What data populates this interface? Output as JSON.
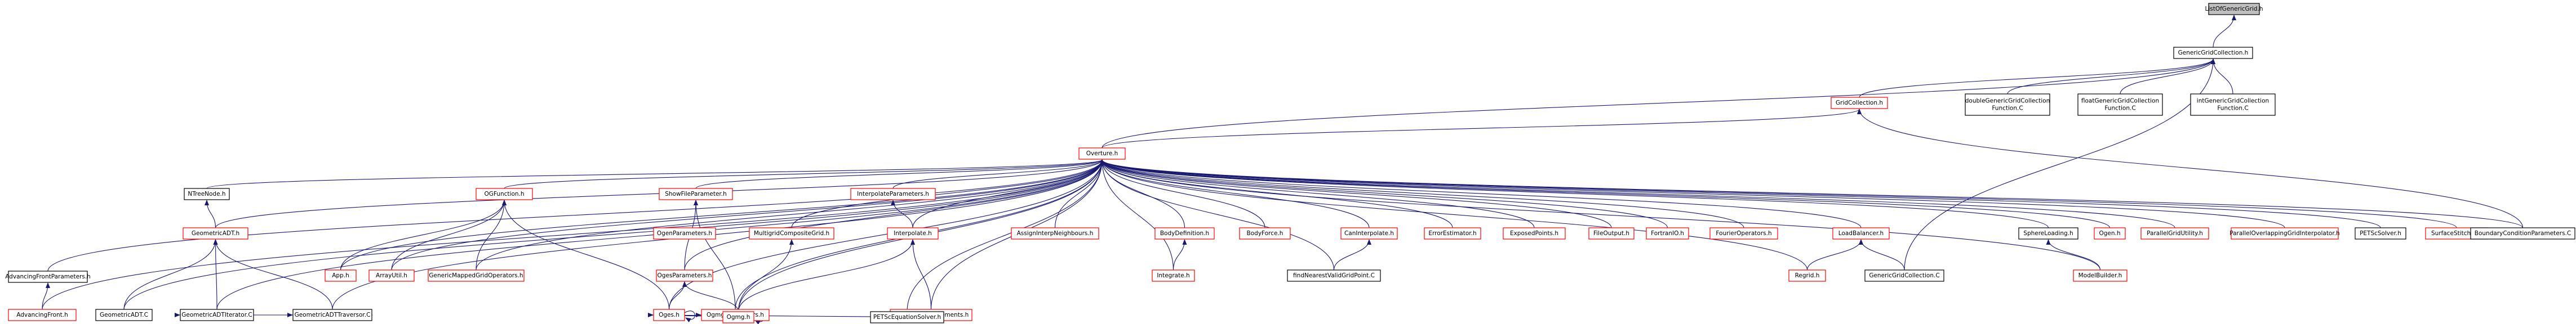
{
  "colors": {
    "edge": "#191970",
    "border_default": "#000000",
    "border_red": "#ff0000",
    "fill_root": "#bfbfbf",
    "fill_default": "#ffffff"
  },
  "nodes": [
    {
      "id": "root",
      "label": [
        "ListOfGenericGrid.h"
      ],
      "style": "root"
    },
    {
      "id": "ggc_h",
      "label": [
        "GenericGridCollection.h"
      ],
      "style": "black"
    },
    {
      "id": "gridcoll_h",
      "label": [
        "GridCollection.h"
      ],
      "style": "red"
    },
    {
      "id": "dggc",
      "label": [
        "doubleGenericGridCollection",
        "Function.C"
      ],
      "style": "black"
    },
    {
      "id": "fggc",
      "label": [
        "floatGenericGridCollection",
        "Function.C"
      ],
      "style": "black"
    },
    {
      "id": "iggc",
      "label": [
        "intGenericGridCollection",
        "Function.C"
      ],
      "style": "black"
    },
    {
      "id": "overture",
      "label": [
        "Overture.h"
      ],
      "style": "red"
    },
    {
      "id": "ntree",
      "label": [
        "NTreeNode.h"
      ],
      "style": "black"
    },
    {
      "id": "geomadt",
      "label": [
        "GeometricADT.h"
      ],
      "style": "red"
    },
    {
      "id": "ogfunc",
      "label": [
        "OGFunction.h"
      ],
      "style": "red"
    },
    {
      "id": "showfile",
      "label": [
        "ShowFileParameter.h"
      ],
      "style": "red"
    },
    {
      "id": "ogenparams",
      "label": [
        "OgenParameters.h"
      ],
      "style": "red"
    },
    {
      "id": "mgcg",
      "label": [
        "MultigridCompositeGrid.h"
      ],
      "style": "red"
    },
    {
      "id": "interpparams",
      "label": [
        "InterpolateParameters.h"
      ],
      "style": "red"
    },
    {
      "id": "interpolate_h",
      "label": [
        "Interpolate.h"
      ],
      "style": "red"
    },
    {
      "id": "assign",
      "label": [
        "AssignInterpNeighbours.h"
      ],
      "style": "red"
    },
    {
      "id": "bodydef",
      "label": [
        "BodyDefinition.h"
      ],
      "style": "red"
    },
    {
      "id": "bodyforce",
      "label": [
        "BodyForce.h"
      ],
      "style": "red"
    },
    {
      "id": "cannterp",
      "label": [
        "CanInterpolate.h"
      ],
      "style": "red"
    },
    {
      "id": "errest",
      "label": [
        "ErrorEstimator.h"
      ],
      "style": "red"
    },
    {
      "id": "exposed",
      "label": [
        "ExposedPoints.h"
      ],
      "style": "red"
    },
    {
      "id": "fileout",
      "label": [
        "FileOutput.h"
      ],
      "style": "red"
    },
    {
      "id": "fortranio",
      "label": [
        "FortranIO.h"
      ],
      "style": "red"
    },
    {
      "id": "fourier",
      "label": [
        "FourierOperators.h"
      ],
      "style": "red"
    },
    {
      "id": "loadbal",
      "label": [
        "LoadBalancer.h"
      ],
      "style": "red"
    },
    {
      "id": "sphere",
      "label": [
        "SphereLoading.h"
      ],
      "style": "black"
    },
    {
      "id": "ogen_h",
      "label": [
        "Ogen.h"
      ],
      "style": "red"
    },
    {
      "id": "pgu",
      "label": [
        "ParallelGridUtility.h"
      ],
      "style": "red"
    },
    {
      "id": "pogi",
      "label": [
        "ParallelOverlappingGridInterpolator.h"
      ],
      "style": "red"
    },
    {
      "id": "petsc",
      "label": [
        "PETScSolver.h"
      ],
      "style": "black"
    },
    {
      "id": "surfst",
      "label": [
        "SurfaceStitcher.h"
      ],
      "style": "red"
    },
    {
      "id": "bcp",
      "label": [
        "BoundaryConditionParameters.C"
      ],
      "style": "black"
    },
    {
      "id": "afp",
      "label": [
        "AdvancingFrontParameters.h"
      ],
      "style": "black"
    },
    {
      "id": "af",
      "label": [
        "AdvancingFront.h"
      ],
      "style": "red"
    },
    {
      "id": "gadtc",
      "label": [
        "GeometricADT.C"
      ],
      "style": "black"
    },
    {
      "id": "gadtit",
      "label": [
        "GeometricADTIterator.C"
      ],
      "style": "black"
    },
    {
      "id": "gadttr",
      "label": [
        "GeometricADTTraversor.C"
      ],
      "style": "black"
    },
    {
      "id": "app",
      "label": [
        "App.h"
      ],
      "style": "red"
    },
    {
      "id": "arrayutil",
      "label": [
        "ArrayUtil.h"
      ],
      "style": "red"
    },
    {
      "id": "gmgo",
      "label": [
        "GenericMappedGridOperators.h"
      ],
      "style": "red"
    },
    {
      "id": "ogesparams",
      "label": [
        "OgesParameters.h"
      ],
      "style": "red"
    },
    {
      "id": "ogmgparams",
      "label": [
        "OgmgParameters.h"
      ],
      "style": "red"
    },
    {
      "id": "oges",
      "label": [
        "Oges.h"
      ],
      "style": "red"
    },
    {
      "id": "ogmg",
      "label": [
        "Ogmg.h"
      ],
      "style": "red"
    },
    {
      "id": "interpref",
      "label": [
        "InterpolateRefinements.h"
      ],
      "style": "red"
    },
    {
      "id": "petscsolver",
      "label": [
        "PETScEquationSolver.h"
      ],
      "style": "black"
    },
    {
      "id": "integrate",
      "label": [
        "Integrate.h"
      ],
      "style": "red"
    },
    {
      "id": "findnearest",
      "label": [
        "findNearestValidGridPoint.C"
      ],
      "style": "black"
    },
    {
      "id": "regrid",
      "label": [
        "Regrid.h"
      ],
      "style": "red"
    },
    {
      "id": "ggc_c",
      "label": [
        "GenericGridCollection.C"
      ],
      "style": "black"
    },
    {
      "id": "modelbuilder",
      "label": [
        "ModelBuilder.h"
      ],
      "style": "red"
    }
  ],
  "edges": [
    [
      "ggc_h",
      "root"
    ],
    [
      "gridcoll_h",
      "ggc_h"
    ],
    [
      "dggc",
      "ggc_h"
    ],
    [
      "fggc",
      "ggc_h"
    ],
    [
      "iggc",
      "ggc_h"
    ],
    [
      "overture",
      "ggc_h"
    ],
    [
      "ggc_c",
      "ggc_h"
    ],
    [
      "overture",
      "gridcoll_h"
    ],
    [
      "bcp",
      "gridcoll_h"
    ],
    [
      "ntree",
      "overture"
    ],
    [
      "geomadt",
      "overture"
    ],
    [
      "ogfunc",
      "overture"
    ],
    [
      "showfile",
      "overture"
    ],
    [
      "mgcg",
      "overture"
    ],
    [
      "interpparams",
      "overture"
    ],
    [
      "interpolate_h",
      "overture"
    ],
    [
      "assign",
      "overture"
    ],
    [
      "bodydef",
      "overture"
    ],
    [
      "bodyforce",
      "overture"
    ],
    [
      "cannterp",
      "overture"
    ],
    [
      "errest",
      "overture"
    ],
    [
      "exposed",
      "overture"
    ],
    [
      "fileout",
      "overture"
    ],
    [
      "fortranio",
      "overture"
    ],
    [
      "fourier",
      "overture"
    ],
    [
      "loadbal",
      "overture"
    ],
    [
      "sphere",
      "overture"
    ],
    [
      "ogen_h",
      "overture"
    ],
    [
      "pgu",
      "overture"
    ],
    [
      "pogi",
      "overture"
    ],
    [
      "petsc",
      "overture"
    ],
    [
      "surfst",
      "overture"
    ],
    [
      "bcp",
      "overture"
    ],
    [
      "afp",
      "overture"
    ],
    [
      "af",
      "overture"
    ],
    [
      "gadtc",
      "overture"
    ],
    [
      "gadtit",
      "overture"
    ],
    [
      "gadttr",
      "overture"
    ],
    [
      "app",
      "overture"
    ],
    [
      "arrayutil",
      "overture"
    ],
    [
      "gmgo",
      "overture"
    ],
    [
      "ogesparams",
      "overture"
    ],
    [
      "ogmgparams",
      "overture"
    ],
    [
      "oges",
      "overture"
    ],
    [
      "ogmg",
      "overture"
    ],
    [
      "interpref",
      "overture"
    ],
    [
      "petscsolver",
      "overture"
    ],
    [
      "integrate",
      "overture"
    ],
    [
      "regrid",
      "overture"
    ],
    [
      "modelbuilder",
      "overture"
    ],
    [
      "findnearest",
      "overture"
    ],
    [
      "af",
      "afp"
    ],
    [
      "geomadt",
      "ntree"
    ],
    [
      "gadtc",
      "geomadt"
    ],
    [
      "gadtit",
      "geomadt"
    ],
    [
      "gadttr",
      "geomadt"
    ],
    [
      "gadtit",
      "gadttr"
    ],
    [
      "gadttr",
      "gadtit"
    ],
    [
      "app",
      "ogfunc"
    ],
    [
      "arrayutil",
      "ogfunc"
    ],
    [
      "gmgo",
      "ogfunc"
    ],
    [
      "oges",
      "ogfunc"
    ],
    [
      "ogesparams",
      "showfile"
    ],
    [
      "ogmgparams",
      "showfile"
    ],
    [
      "oges",
      "ogesparams"
    ],
    [
      "ogmg",
      "ogesparams"
    ],
    [
      "ogmg",
      "ogmgparams"
    ],
    [
      "ogmg",
      "mgcg"
    ],
    [
      "ogmg",
      "oges"
    ],
    [
      "oges",
      "oges"
    ],
    [
      "ogmg",
      "ogmg"
    ],
    [
      "interpolate_h",
      "interpparams"
    ],
    [
      "interpref",
      "interpolate_h"
    ],
    [
      "ogmg",
      "interpolate_h"
    ],
    [
      "integrate",
      "bodydef"
    ],
    [
      "findnearest",
      "cannterp"
    ],
    [
      "regrid",
      "loadbal"
    ],
    [
      "ggc_c",
      "loadbal"
    ],
    [
      "modelbuilder",
      "sphere"
    ],
    [
      "petscsolver",
      "oges"
    ]
  ]
}
